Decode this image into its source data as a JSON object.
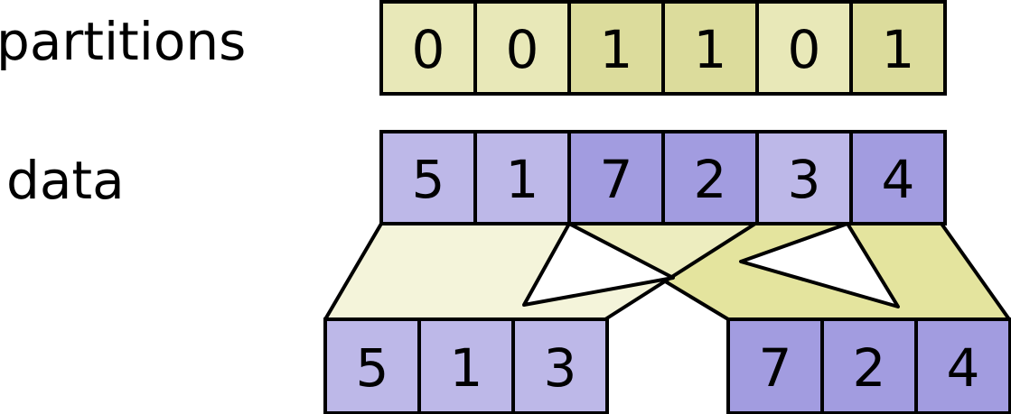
{
  "labels": {
    "partitions": "partitions",
    "data": "data"
  },
  "partitions": [
    "0",
    "0",
    "1",
    "1",
    "0",
    "1"
  ],
  "data": [
    "5",
    "1",
    "7",
    "2",
    "3",
    "4"
  ],
  "output_left": [
    "5",
    "1",
    "3"
  ],
  "output_right": [
    "7",
    "2",
    "4"
  ],
  "colors": {
    "partition_0": "#e8e8b8",
    "partition_1": "#dcdc9c",
    "data_0": "#bdb8e8",
    "data_1": "#a29ce0",
    "band_0": "#f0f0cc",
    "band_1": "#e4e49e",
    "stroke": "#000000"
  }
}
